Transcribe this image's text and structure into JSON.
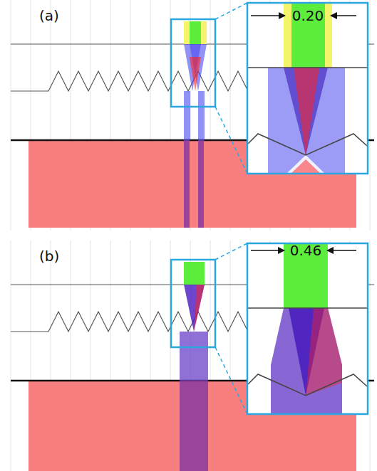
{
  "diagram": {
    "labels": [
      "(a)",
      "0.20",
      "(b)",
      "0.46"
    ]
  }
}
